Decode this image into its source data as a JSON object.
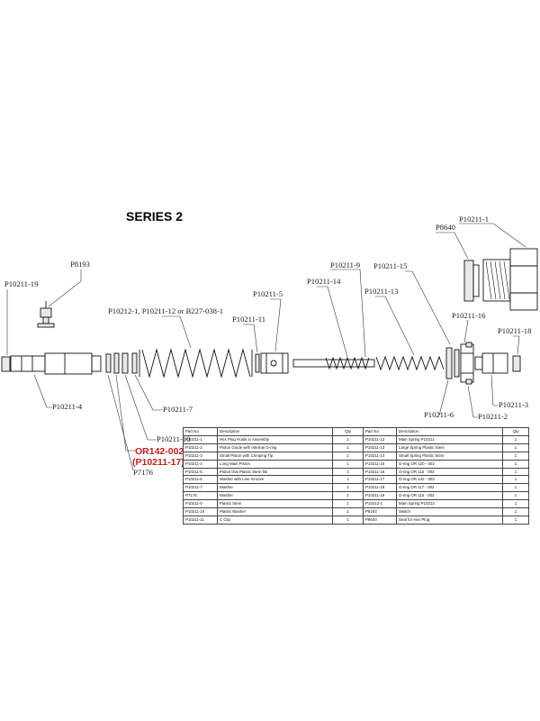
{
  "title": "SERIES 2",
  "callouts": {
    "p10211_1": "P10211-1",
    "p8640": "P8640",
    "p8193": "P8193",
    "p10211_19": "P10211-19",
    "p10211_9": "P10211-9",
    "p10211_15": "P10211-15",
    "p10211_14": "P10211-14",
    "p10211_5": "P10211-5",
    "p10211_13": "P10211-13",
    "p10212_combo": "P10212-1, P10211-12 or B227-038-1",
    "p10211_11": "P10211-11",
    "p10211_16": "P10211-16",
    "p10211_18": "P10211-18",
    "p10211_4": "P10211-4",
    "p10211_7": "P10211-7",
    "p10211_10": "P10211-10",
    "p10211_6": "P10211-6",
    "p10211_3": "P10211-3",
    "p10211_2": "P10211-2",
    "p7176": "P7176"
  },
  "highlight": {
    "line1": "OR142-002",
    "line2": "(P10211-17)",
    "color": "#d21b1b"
  },
  "bom": {
    "headers": [
      "Part No",
      "Description",
      "Qty",
      "Part No",
      "Description",
      "Qty"
    ],
    "rows": [
      [
        "P10211-1",
        "Hex Plug Holds in Assembly",
        "1",
        "P10211-12",
        "Main Spring P10211",
        "1"
      ],
      [
        "P10211-2",
        "Piston Guide with Internal O-ring",
        "1",
        "P10211-13",
        "Large Spring Plastic Stem",
        "1"
      ],
      [
        "P10211-3",
        "Small Piston with Crimping Tip",
        "1",
        "P10211-14",
        "Small Spring Plastic Stem",
        "1"
      ],
      [
        "P10211-4",
        "Long Main Piston",
        "1",
        "P10211-15",
        "O-ring OR 120 - 002",
        "1"
      ],
      [
        "P10211-5",
        "Piston that Plastic Stem fits",
        "1",
        "P10211-16",
        "O-ring OR 116 - 002",
        "1"
      ],
      [
        "P10211-6",
        "Washer with Line Groove",
        "1",
        "P10211-17",
        "O-ring OR 142 - 002",
        "1"
      ],
      [
        "P10211-7",
        "Washer",
        "1",
        "P10211-18",
        "O-ring OR 117 - 002",
        "1"
      ],
      [
        "P7176",
        "Washer",
        "1",
        "P10211-19",
        "O-ring OR 116 - 002",
        "1"
      ],
      [
        "P10211-9",
        "Plastic Stem",
        "1",
        "P10212-1",
        "Main Spring P10212",
        "1"
      ],
      [
        "P10211-10",
        "Plastic Washer",
        "1",
        "P8193",
        "Switch",
        "1"
      ],
      [
        "P10211-11",
        "C Clip",
        "1",
        "P8640",
        "Seal for Hex Plug",
        "1"
      ]
    ]
  }
}
